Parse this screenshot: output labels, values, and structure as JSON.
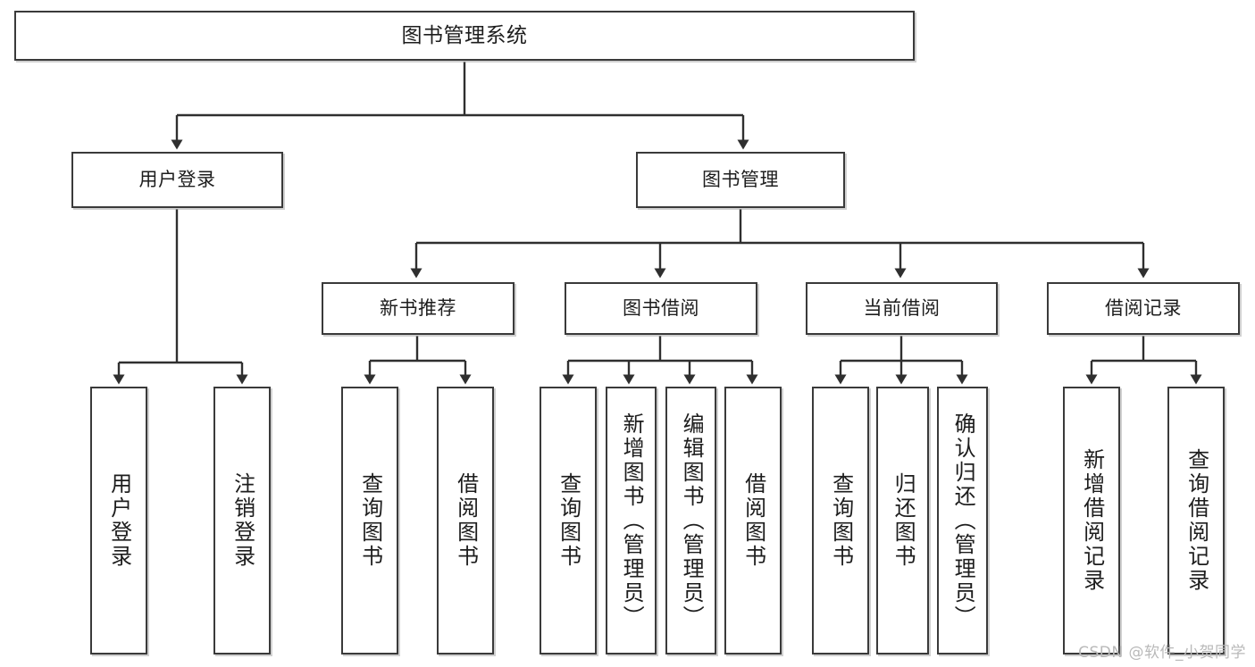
{
  "diagram": {
    "type": "tree",
    "title": "图书管理系统",
    "root": {
      "label": "图书管理系统"
    },
    "level1": [
      {
        "label": "用户登录"
      },
      {
        "label": "图书管理"
      }
    ],
    "level2": [
      {
        "label": "新书推荐"
      },
      {
        "label": "图书借阅"
      },
      {
        "label": "当前借阅"
      },
      {
        "label": "借阅记录"
      }
    ],
    "leaves": {
      "user_login": [
        {
          "label": "用户登录"
        },
        {
          "label": "注销登录"
        }
      ],
      "new_book_rec": [
        {
          "label": "查询图书"
        },
        {
          "label": "借阅图书"
        }
      ],
      "book_borrow": [
        {
          "label": "查询图书"
        },
        {
          "label": "新增图书（管理员）"
        },
        {
          "label": "编辑图书（管理员）"
        },
        {
          "label": "借阅图书"
        }
      ],
      "current_borrow": [
        {
          "label": "查询图书"
        },
        {
          "label": "归还图书"
        },
        {
          "label": "确认归还（管理员）"
        }
      ],
      "borrow_record": [
        {
          "label": "新增借阅记录"
        },
        {
          "label": "查询借阅记录"
        }
      ]
    }
  },
  "watermark": {
    "text": "CSDN @软件_小贺同学"
  },
  "colors": {
    "border": "#3a3a3a",
    "background": "#ffffff",
    "text": "#1d1d1d",
    "watermark": "#b9b9b9"
  }
}
